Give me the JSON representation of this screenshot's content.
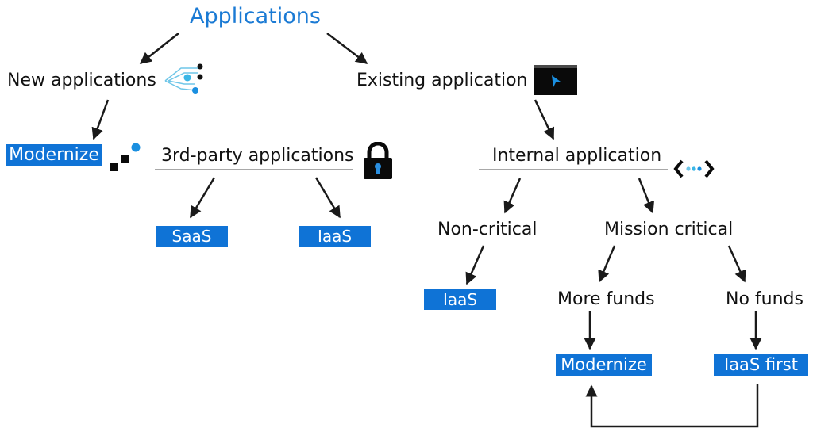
{
  "title": "Applications",
  "nodes": {
    "new_applications": "New applications",
    "existing_application": "Existing application",
    "third_party": "3rd-party applications",
    "internal_application": "Internal application",
    "non_critical": "Non-critical",
    "mission_critical": "Mission critical",
    "more_funds": "More funds",
    "no_funds": "No funds"
  },
  "boxes": {
    "modernize_new": "Modernize",
    "saas": "SaaS",
    "iaas_third_party": "IaaS",
    "iaas_non_critical": "IaaS",
    "modernize_more_funds": "Modernize",
    "iaas_first": "IaaS first"
  },
  "icons": {
    "new_applications": "branching-nodes-icon",
    "existing_application": "terminal-cursor-icon",
    "modernize": "diagonal-dots-icon",
    "third_party": "padlock-icon",
    "internal_application": "code-brackets-icon"
  },
  "colors": {
    "accent": "#0f73d6",
    "title": "#1a7ad4",
    "arrow": "#1a1a1a"
  }
}
